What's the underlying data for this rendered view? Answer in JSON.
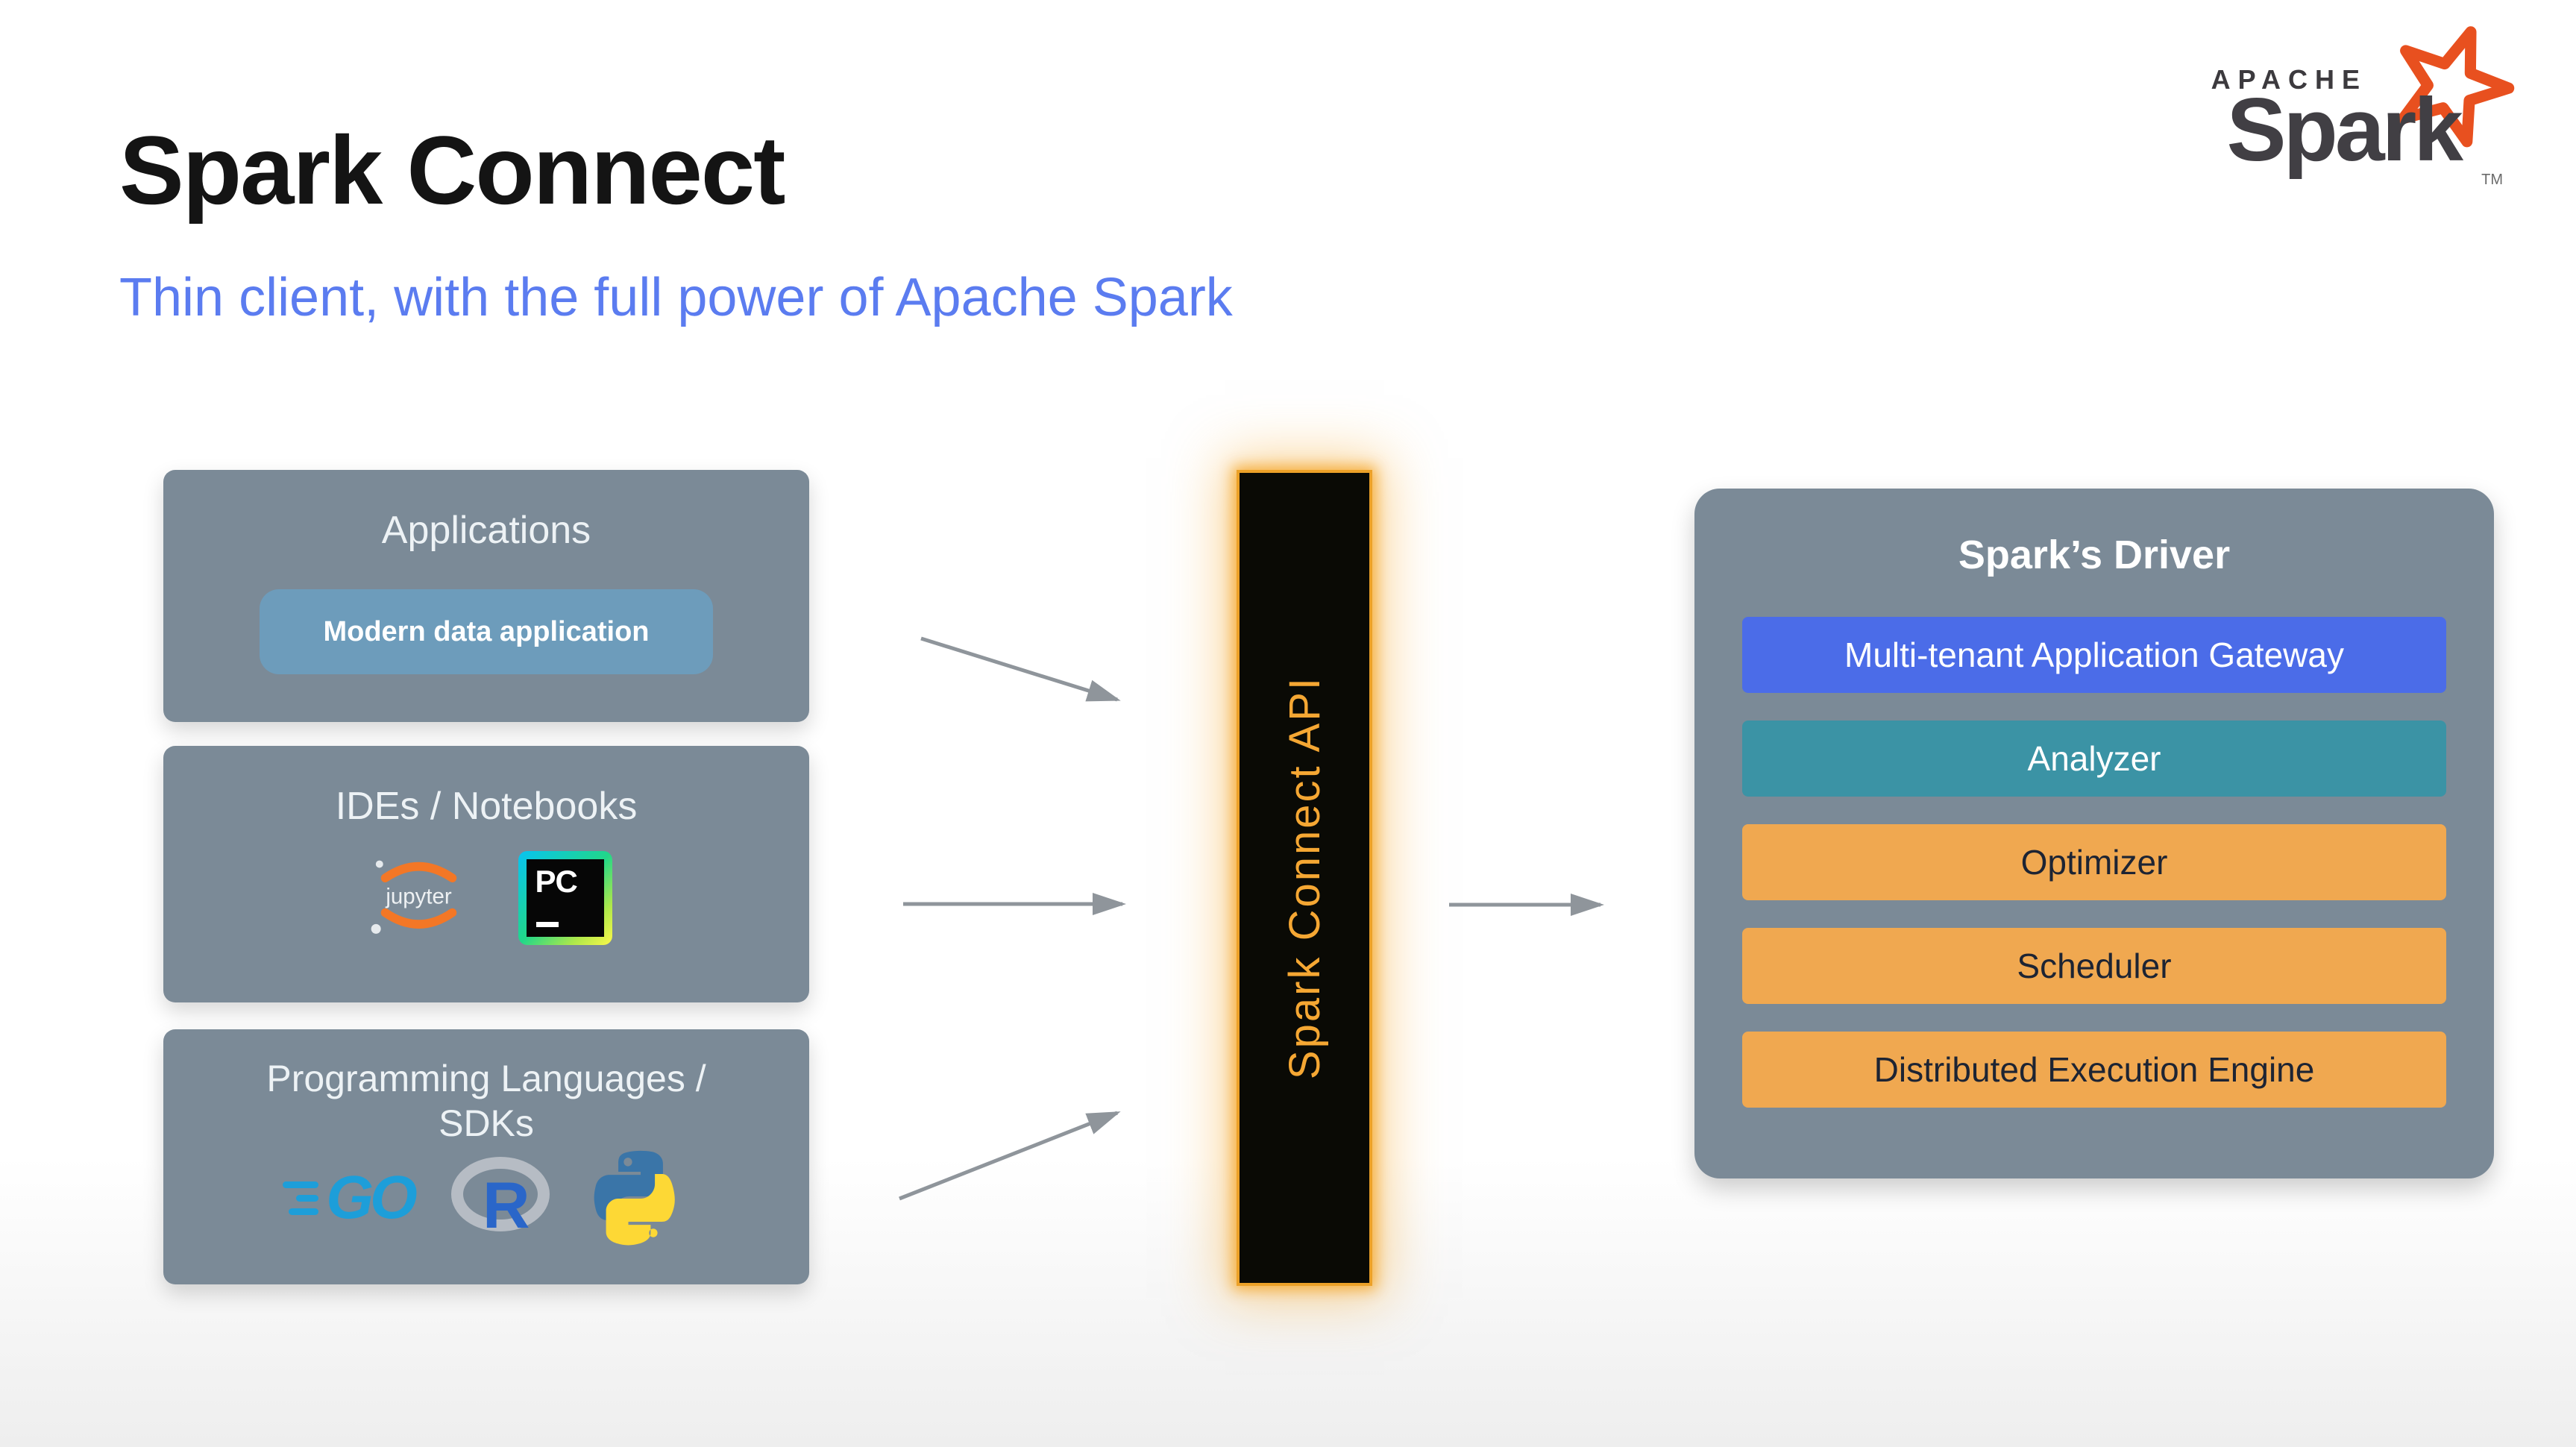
{
  "colors": {
    "background": "#ffffff",
    "title_black": "#141414",
    "subtitle_blue": "#5b7cf0",
    "panel_gray": "#7b8a97",
    "chip_blue": "#6d9cbb",
    "api_bar_black": "#0a0a05",
    "api_glow_orange": "#f6a82c",
    "api_text_orange": "#f5a733",
    "arrow_gray": "#8f959b",
    "spark_logo_orange": "#e8501f",
    "spark_logo_gray": "#413f44"
  },
  "header": {
    "title": "Spark Connect",
    "subtitle": "Thin client, with the full power of Apache Spark"
  },
  "spark_logo": {
    "apache": "APACHE",
    "word": "Spark",
    "tm": "TM",
    "icon": "spark-star-icon"
  },
  "left": {
    "boxes": [
      {
        "title": "Applications",
        "chip": "Modern data application"
      },
      {
        "title": "IDEs / Notebooks",
        "icons": [
          "jupyter-logo",
          "pycharm-logo"
        ],
        "jupyter_label": "jupyter",
        "pycharm_label": "PC"
      },
      {
        "title": "Programming Languages / SDKs",
        "icons": [
          "go-logo",
          "r-logo",
          "python-logo"
        ],
        "go_label": "GO",
        "r_label": "R"
      }
    ]
  },
  "center": {
    "label": "Spark Connect API"
  },
  "right": {
    "title": "Spark’s Driver",
    "bars": [
      {
        "label": "Multi-tenant Application Gateway",
        "color": "#4b6ce8",
        "text_color": "#ffffff"
      },
      {
        "label": "Analyzer",
        "color": "#3b93a5",
        "text_color": "#ffffff"
      },
      {
        "label": "Optimizer",
        "color": "#f0a850",
        "text_color": "#1d2433"
      },
      {
        "label": "Scheduler",
        "color": "#f0a850",
        "text_color": "#1d2433"
      },
      {
        "label": "Distributed Execution Engine",
        "color": "#f0a850",
        "text_color": "#1d2433"
      }
    ]
  }
}
